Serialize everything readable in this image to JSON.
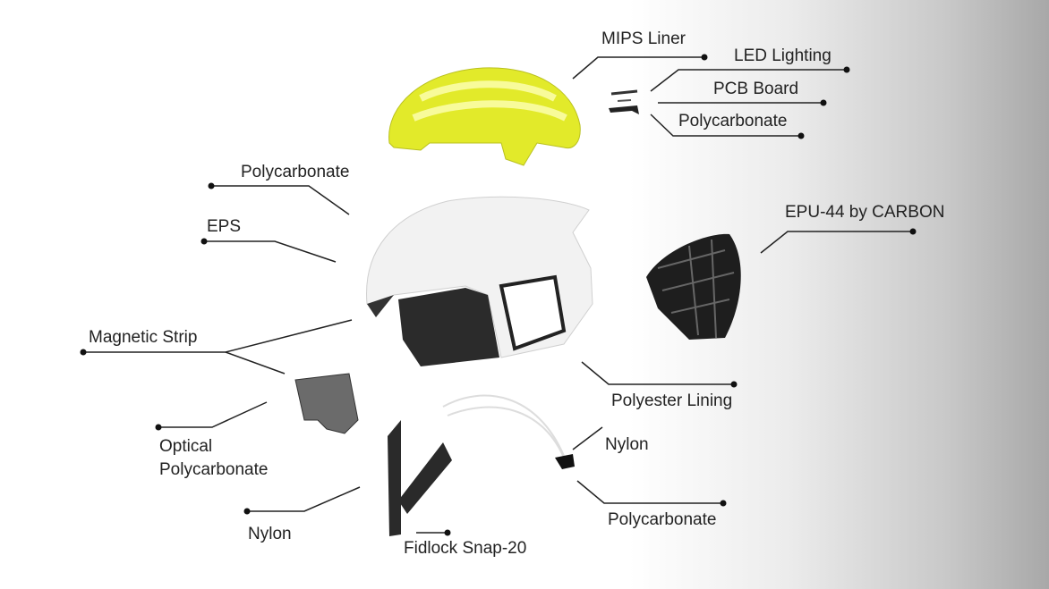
{
  "title": "Helmet exploded view components",
  "labels": {
    "mips_liner": "MIPS Liner",
    "led_lighting": "LED Lighting",
    "pcb_board": "PCB Board",
    "polycarbonate_top": "Polycarbonate",
    "polycarbonate_shell": "Polycarbonate",
    "eps": "EPS",
    "epu": "EPU-44 by CARBON",
    "magnetic_strip": "Magnetic Strip",
    "optical_line1": "Optical",
    "optical_line2": "Polycarbonate",
    "polyester_lining": "Polyester Lining",
    "nylon_right": "Nylon",
    "polycarbonate_buckle": "Polycarbonate",
    "nylon_left": "Nylon",
    "fidlock": "Fidlock Snap-20"
  },
  "colors": {
    "liner": "#e2ea2a",
    "shell": "#f4f4f4",
    "dark": "#2b2b2b"
  }
}
